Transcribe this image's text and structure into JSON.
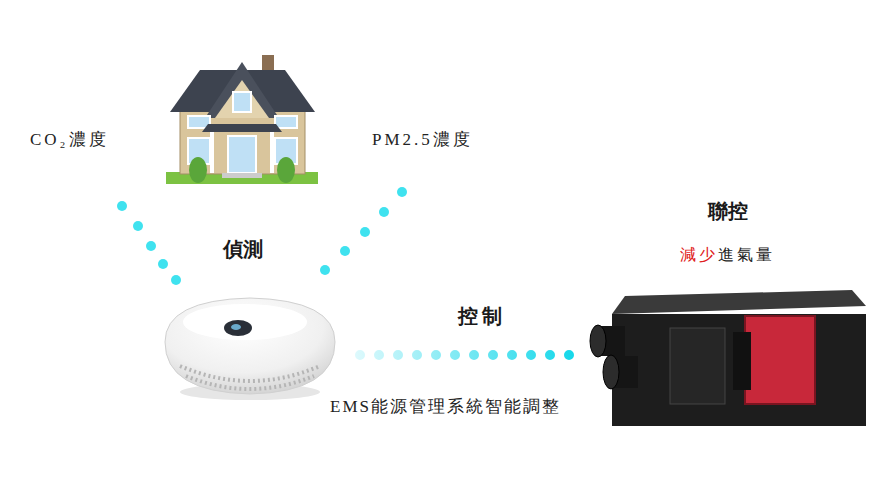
{
  "diagram": {
    "nodes": [
      {
        "text": [
          "偵測"
        ]
      },
      {
        "text": [
          "聯控",
          "減少",
          "進氣量"
        ]
      }
    ],
    "edges": [
      {
        "from": 0,
        "to": 1,
        "arrow": "none",
        "label": "控制"
      }
    ],
    "labels": [
      "CO₂濃度",
      "PM2.5濃度",
      "EMS能源管理系統智能調整"
    ]
  }
}
